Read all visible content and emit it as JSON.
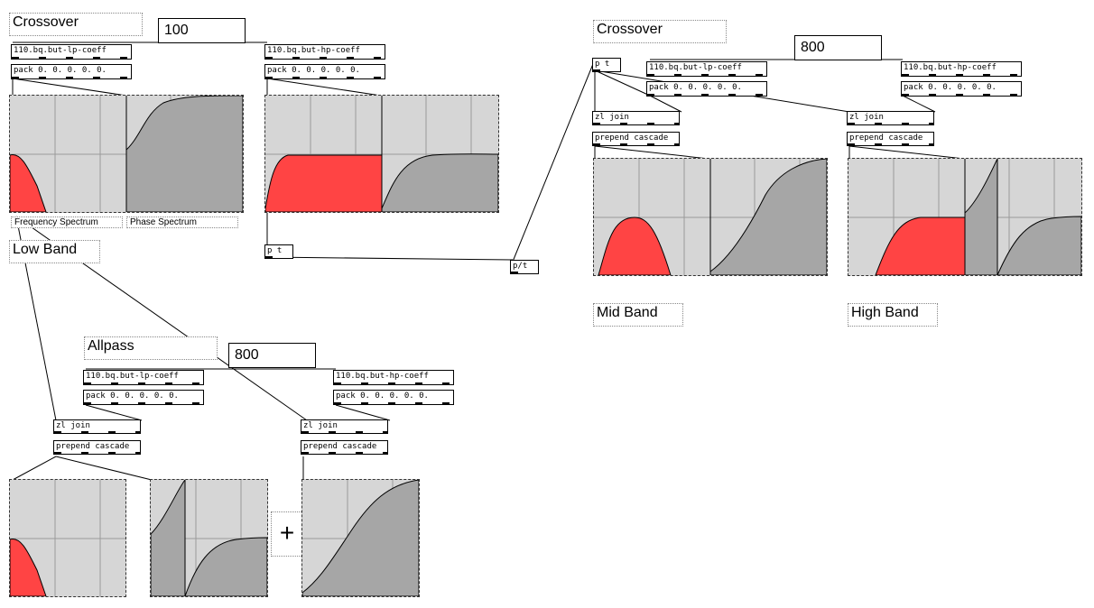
{
  "labels": {
    "crossover": "Crossover",
    "low_band": "Low Band",
    "mid_band": "Mid Band",
    "high_band": "High Band",
    "allpass": "Allpass",
    "frequency_spectrum": "Frequency Spectrum",
    "phase_spectrum": "Phase Spectrum",
    "plus": "+"
  },
  "numbers": {
    "crossover_1": "100",
    "crossover_2": "800",
    "allpass": "800"
  },
  "objects": {
    "lp_coeff": "110.bq.but-lp-coeff",
    "hp_coeff": "110.bq.but-hp-coeff",
    "pack": "pack 0. 0. 0. 0. 0.",
    "zl_join": "zl join",
    "prepend_cascade": "prepend cascade",
    "p_t": "p t",
    "p_t_send": "p/t"
  },
  "colors": {
    "fill_magnitude": "#ff4444",
    "fill_phase": "#a6a6a6",
    "graph_bg": "#d6d6d6",
    "grid": "#9a9a9a"
  }
}
